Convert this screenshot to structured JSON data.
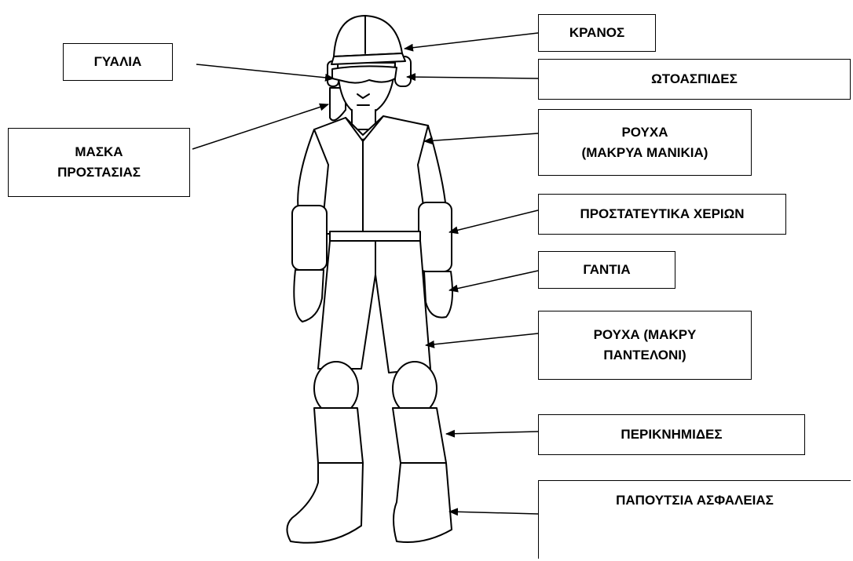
{
  "labels": {
    "helmet": "ΚΡΑΝΟΣ",
    "ear_protectors": "ΩΤΟΑΣΠΙΔΕΣ",
    "glasses": "ΓΥΑΛΙΑ",
    "face_mask_line1": "ΜΑΣΚΑ",
    "face_mask_line2": "ΠΡΟΣΤΑΣΙΑΣ",
    "clothing_sleeves_line1": "ΡΟΥΧΑ",
    "clothing_sleeves_line2": "(ΜΑΚΡΥΑ ΜΑΝΙΚΙΑ)",
    "arm_protectors": "ΠΡΟΣΤΑΤΕΥΤΙΚΑ ΧΕΡΙΩΝ",
    "gloves": "ΓΑΝΤΙΑ",
    "clothing_pants_line1": "ΡΟΥΧΑ  (ΜΑΚΡΥ",
    "clothing_pants_line2": "ΠΑΝΤΕΛΟΝΙ)",
    "leg_guards": "ΠΕΡΙΚΝΗΜΙΔΕΣ",
    "safety_boots": "ΠΑΠΟΥΤΣΙΑ ΑΣΦΑΛΕΙΑΣ"
  }
}
